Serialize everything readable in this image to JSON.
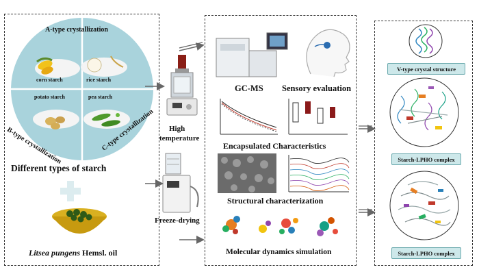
{
  "left_panel": {
    "wheel": {
      "top_label": "A-type crystallization",
      "left_label": "B-type crystallization",
      "right_label": "C-type crystallization",
      "quadrants": [
        "corn starch",
        "rice starch",
        "potato starch",
        "pea starch"
      ]
    },
    "title": "Different types of starch",
    "oil_label_italic": "Litsea pungens",
    "oil_label_rest": " Hemsl. oil"
  },
  "process": {
    "high_temp_line1": "High",
    "high_temp_line2": "temperature",
    "freeze": "Freeze-drying"
  },
  "middle_panel": {
    "gcms": "GC-MS",
    "sensory": "Sensory evaluation",
    "encapsulated": "Encapsulated Characteristics",
    "structural": "Structural characterization",
    "md": "Molecular dynamics simulation"
  },
  "right_panel": {
    "v_type": "V-type crystal structure",
    "complex_1": "Starch-LPHO complex",
    "complex_2": "Starch-LPHO complex"
  },
  "colors": {
    "wheel": "#a9d3dc",
    "tag_bg": "#cde8ea",
    "arrow": "#666666"
  }
}
